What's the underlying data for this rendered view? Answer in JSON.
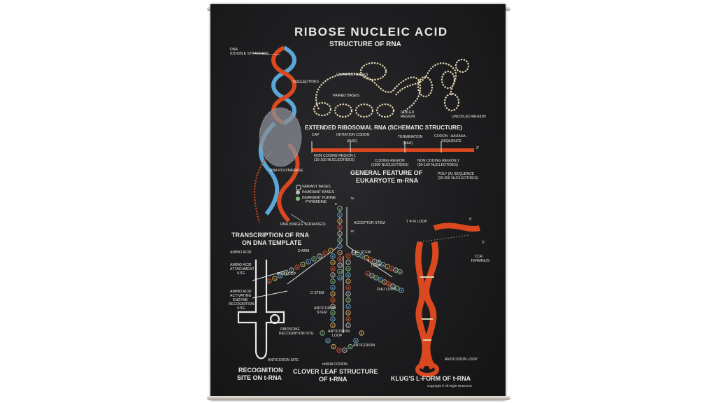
{
  "poster": {
    "title": "RIBOSE  NUCLEIC  ACID",
    "subtitle": "STRUCTURE OF RNA",
    "copyright": "Copyright © All Right Reserved"
  },
  "dna": {
    "label_dna": "DNA",
    "label_dna2": "(DOUBLE STRANDED)",
    "label_nucleotides": "NUCLEOTIDES",
    "label_polymerase": "RNA POLYMERASE",
    "label_single": "RNA (SINGLE STRANDED)",
    "heading1": "TRANSCRIPTION OF RNA",
    "heading2": "ON DNA TEMPLATE"
  },
  "ribosomal": {
    "unpaired": "UNPAIRED BASES",
    "paired": "PAIRED BASES",
    "coiled": "COILED",
    "coiled2": "REGION",
    "uncoiled": "UNCOILED REGION",
    "heading": "EXTENDED RIBOSOMAL RNA (SCHEMATIC STRUCTURE)"
  },
  "mrna": {
    "cap": "CAP",
    "initiation": "INITIATION CODON",
    "aug": "(AUG)",
    "termination": "TERMINATION",
    "uaa": "(UAA)",
    "codon_seq": "CODON - AAUAAA -",
    "sequence": "SEQUENCE",
    "three_prime": "3'",
    "noncoding1": "NON CODING REGION 1",
    "noncoding1b": "(10-100 NUCLEOTIDES)",
    "coding": "CODING REGION",
    "codingb": "(1500 NUCLEOTIDES)",
    "noncoding2": "NON CODING REGION 2",
    "noncoding2b": "(50-150 NUCLEOTIDES)",
    "polya": "POLY (A) SEQUENCE",
    "polyab": "(20-200 NUCLEOTIDES)",
    "heading1": "GENERAL FEATURE OF",
    "heading2": "EUKARYOTE m-RNA"
  },
  "legend": {
    "variant": "VARIANT BASES",
    "invariant": "INVARIANT BASES",
    "purine": "INVARIANT PURINE",
    "purine2": "PYRIMIDINE"
  },
  "cloverleaf": {
    "five_prime": "5'",
    "seventy_five": "75",
    "acceptor": "ACCEPTOR STEM",
    "ten": "10",
    "d_arm": "D ARM",
    "tpsic_stem": "TΨC STEM",
    "t_loop": "T",
    "c_loop": "C",
    "loop": "LOOP",
    "dhu_loop": "DHU LOOP",
    "dhu_loop2": "DHU LOOP",
    "d_stem": "D STEM",
    "anticodon_stem": "ANTICODON",
    "stem": "STEM",
    "anticodon_loop": "ANTICODON",
    "loop2": "LOOP",
    "anticodon": "ANTICODON",
    "mrna_codon": "mRNA CODON",
    "heading1": "CLOVER LEAF STRUCTURE",
    "heading2": "OF t-RNA",
    "bases": [
      "C",
      "C",
      "A",
      "G",
      "C",
      "G",
      "G",
      "A",
      "U",
      "U",
      "U",
      "A",
      "G",
      "C",
      "U",
      "C",
      "A",
      "G",
      "U",
      "U",
      "G",
      "G",
      "G",
      "A",
      "G",
      "A",
      "G",
      "C",
      "C",
      "A",
      "G",
      "A",
      "C",
      "U",
      "G",
      "A",
      "A",
      "G",
      "A",
      "U",
      "C",
      "U",
      "G",
      "G",
      "A",
      "G",
      "G",
      "U",
      "C",
      "C",
      "U",
      "G",
      "U",
      "G",
      "U",
      "U",
      "C",
      "G",
      "A",
      "U",
      "C",
      "C",
      "A",
      "C",
      "A",
      "G",
      "A",
      "A",
      "U",
      "U",
      "C",
      "G",
      "C",
      "A",
      "C",
      "C",
      "A"
    ]
  },
  "recognition": {
    "amino_acid": "AMINO ACID",
    "attach1": "AMINO ACID",
    "attach2": "ATTACHMENT",
    "attach3": "SITE",
    "act1": "AMINO ACID",
    "act2": "ACTIVATING",
    "act3": "ENZYME",
    "act4": "RECOGNITION",
    "act5": "SITE",
    "ribosome1": "RIBOSOME",
    "ribosome2": "RECOGNITION SITE",
    "anticodon_site": "ANTICODON SITE",
    "heading1": "RECOGNITION",
    "heading2": "SITE ON t-RNA"
  },
  "lform": {
    "tpsic_loop": "T Ψ R  LOOP",
    "five": "5'",
    "three": "3'",
    "cca": "CCA",
    "terminus": "TERMINUS",
    "anticodon_loop": "ANTICODON LOOP",
    "heading": "KLUG'S L-FORM OF t-RNA"
  },
  "colors": {
    "background": "#1c1c1e",
    "text": "#e8e8e8",
    "red_strand": "#d9481f",
    "blue_strand": "#5aa6d6",
    "bead_ring": "#e0d2b0"
  }
}
